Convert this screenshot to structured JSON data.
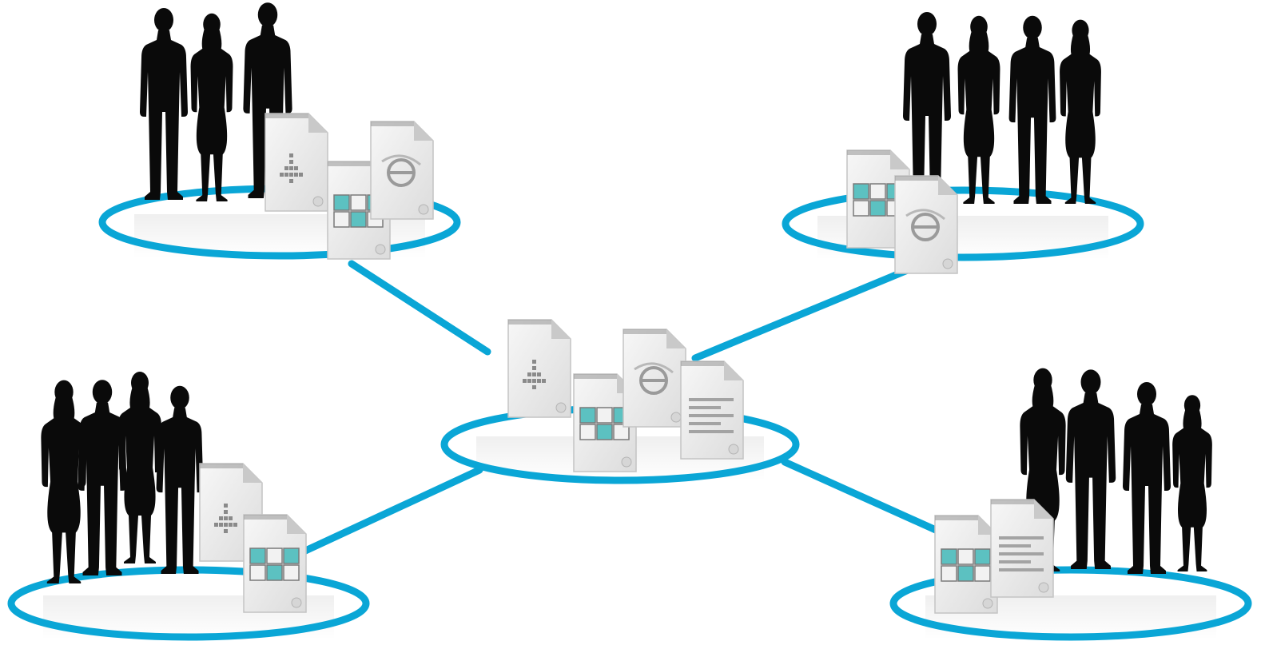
{
  "colors": {
    "ring": "#0aa6d6",
    "connector": "#0aa6d6",
    "silhouette": "#0a0a0a",
    "doc_body": "#eeeeee",
    "doc_fold": "#c9c9c9",
    "cell_teal": "#5cc1c1",
    "cell_empty": "#f2f2f2",
    "cell_border": "#7a7a7a"
  },
  "hub": {
    "name": "central-hub",
    "documents": [
      "timeline-document-icon",
      "spreadsheet-document-icon",
      "browser-document-icon",
      "text-document-icon"
    ]
  },
  "groups": [
    {
      "name": "team-top-left",
      "people": 3,
      "documents": [
        "timeline-document-icon",
        "spreadsheet-document-icon",
        "browser-document-icon"
      ]
    },
    {
      "name": "team-top-right",
      "people": 4,
      "documents": [
        "spreadsheet-document-icon",
        "browser-document-icon"
      ]
    },
    {
      "name": "team-bottom-left",
      "people": 4,
      "documents": [
        "timeline-document-icon",
        "spreadsheet-document-icon"
      ]
    },
    {
      "name": "team-bottom-right",
      "people": 4,
      "documents": [
        "spreadsheet-document-icon",
        "text-document-icon"
      ]
    }
  ]
}
